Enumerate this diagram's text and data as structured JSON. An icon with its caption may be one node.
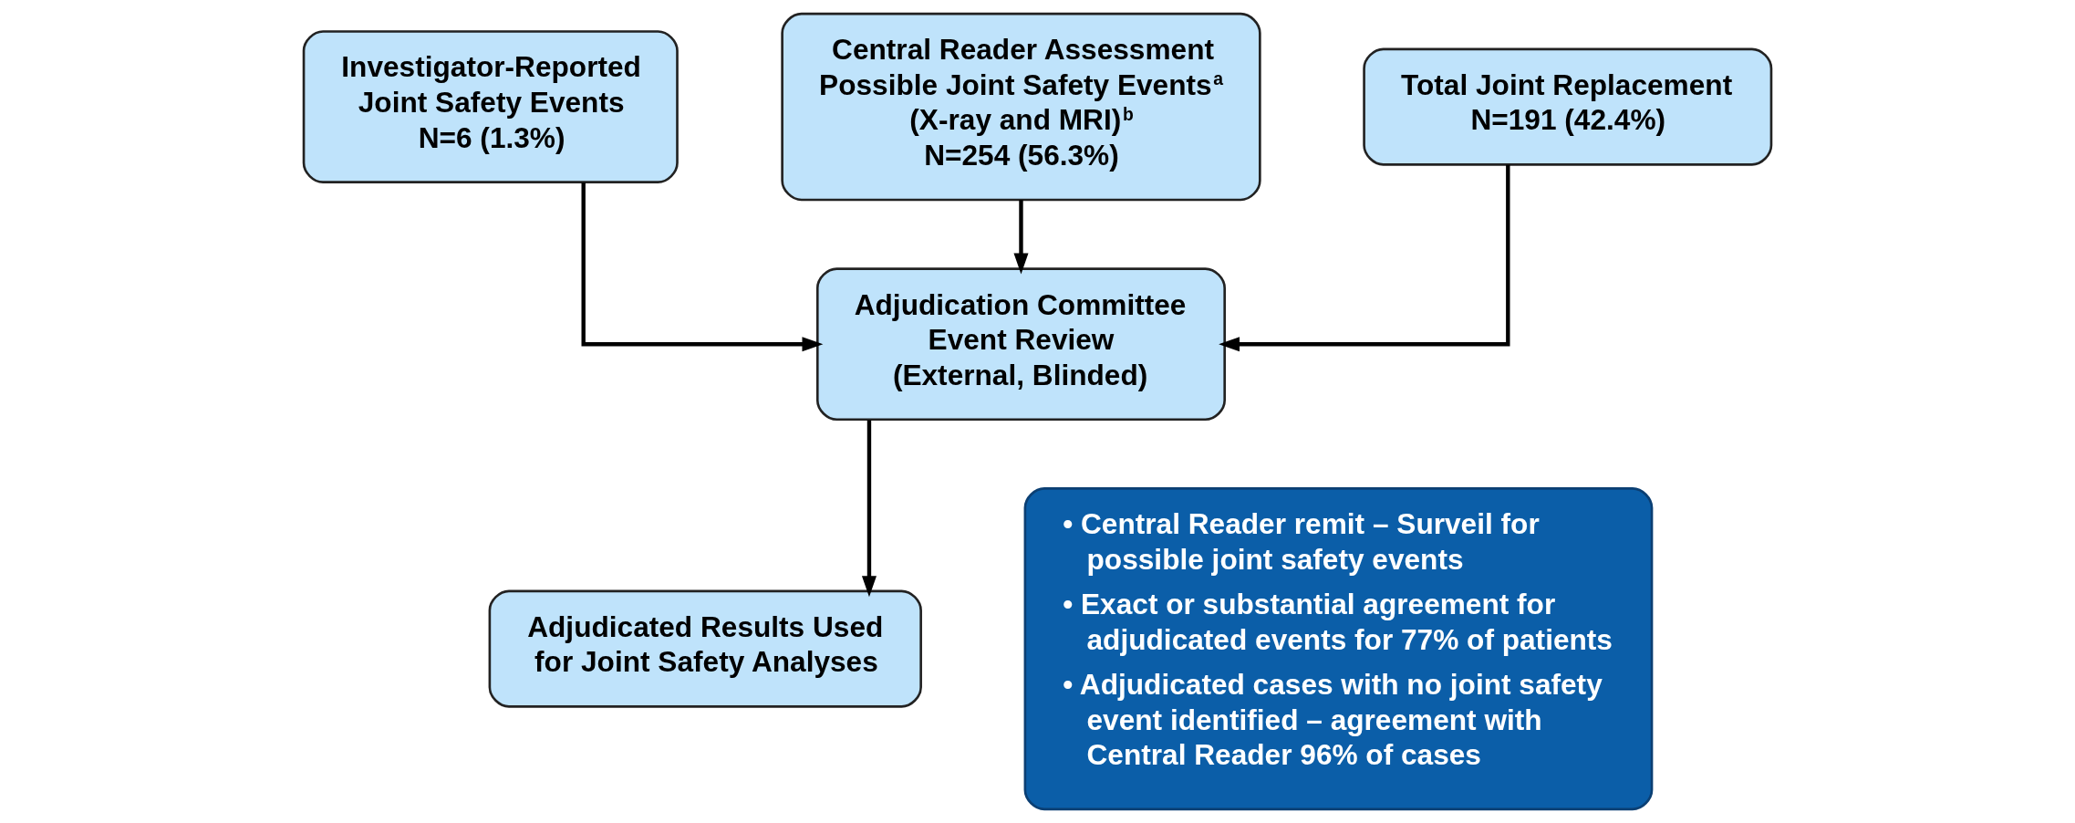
{
  "diagram": {
    "nodes": [
      {
        "text": [
          "Investigator-Reported Joint Safety Events",
          "N=6 (1.3%)"
        ]
      },
      {
        "text": [
          "Central Reader Assessment Possible Joint Safety Events$^{a}$ (X-ray and MRI)$^{b}$",
          "N=254 (56.3%)"
        ]
      },
      {
        "text": [
          "Total Joint Replacement",
          "N=191 (42.4%)"
        ]
      },
      {
        "text": [
          "Adjudication Committee Event Review (External, Blinded)"
        ]
      },
      {
        "text": [
          "Adjudicated Results Used for Joint Safety Analyses"
        ]
      },
      {
        "text": [
          "• Central Reader remit – Surveil for possible joint safety events",
          "• Exact or substantial agreement for adjudicated events for 77% of patients",
          "• Adjudicated cases with no joint safety event identified – agreement with Central Reader 96% of cases"
        ]
      }
    ],
    "edges": [
      {
        "from": 0,
        "to": 3,
        "arrow": "to"
      },
      {
        "from": 1,
        "to": 3,
        "arrow": "to"
      },
      {
        "from": 2,
        "to": 3,
        "arrow": "to"
      },
      {
        "from": 3,
        "to": 4,
        "arrow": "to"
      }
    ]
  }
}
